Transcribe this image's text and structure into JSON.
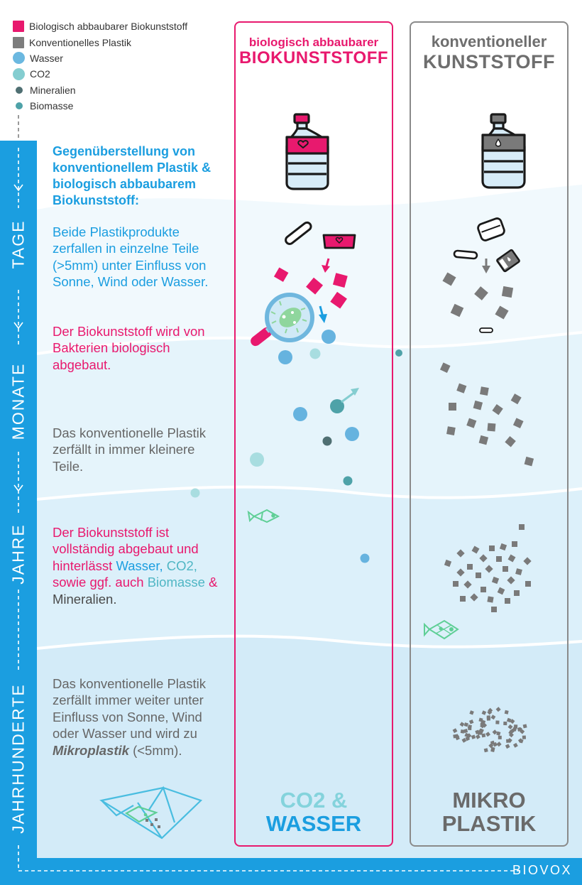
{
  "legend": [
    {
      "label": "Biologisch abbaubarer Biokunststoff",
      "icon": "pink-square",
      "color": "#e8196e"
    },
    {
      "label": "Konventionelles Plastik",
      "icon": "grey-square",
      "color": "#7d7d7d"
    },
    {
      "label": "Wasser",
      "icon": "blue-dot",
      "color": "#6bb8e0"
    },
    {
      "label": "CO2",
      "icon": "teal-dot",
      "color": "#84cdd0"
    },
    {
      "label": "Mineralien",
      "icon": "dark-dot",
      "color": "#4f6f72"
    },
    {
      "label": "Biomasse",
      "icon": "biomass-dot",
      "color": "#4ea2a8"
    }
  ],
  "timeline": {
    "labels": [
      "TAGE",
      "MONATE",
      "JAHRE",
      "JAHRHUNDERTE"
    ]
  },
  "columns": {
    "bio": {
      "header_small": "biologisch abbaubarer",
      "header_big": "BIOKUNSTSTOFF",
      "footer_line1": "CO2 &",
      "footer_line2": "WASSER",
      "color": "#e8196e"
    },
    "conv": {
      "header_small": "konventioneller",
      "header_big": "KUNSTSTOFF",
      "footer_line1": "MIKRO",
      "footer_line2": "PLASTIK",
      "color": "#6e6e6e"
    }
  },
  "text": {
    "title": "Gegenüberstellung von konventionellem Plastik & biologisch abbaubarem Biokunststoff:",
    "para1": "Beide Plastikprodukte zerfallen in einzelne Teile (>5mm) unter Einfluss von Sonne, Wind oder Wasser.",
    "para2": "Der Biokunststoff wird von Bakterien biologisch abgebaut.",
    "para3": "Das konventionelle Plastik zerfällt in immer kleinere Teile.",
    "para4": {
      "a": "Der Biokunststoff ist vollständig abgebaut und hinterlässt ",
      "wasser": "Wasser,",
      "co2": "CO2,",
      "b": " sowie ggf. auch ",
      "biomasse": "Biomasse",
      "amp": " & ",
      "mineralien": "Mineralien."
    },
    "para5_a": "Das konventionelle Plastik zerfällt immer weiter unter Einfluss von Sonne, Wind oder Wasser und wird zu ",
    "para5_em": "Mikroplastik",
    "para5_b": " (<5mm)."
  },
  "brand": "BIOVOX",
  "colors": {
    "accent_blue": "#1b9ee0",
    "pink": "#e8196e",
    "grey": "#7d7d7d"
  }
}
